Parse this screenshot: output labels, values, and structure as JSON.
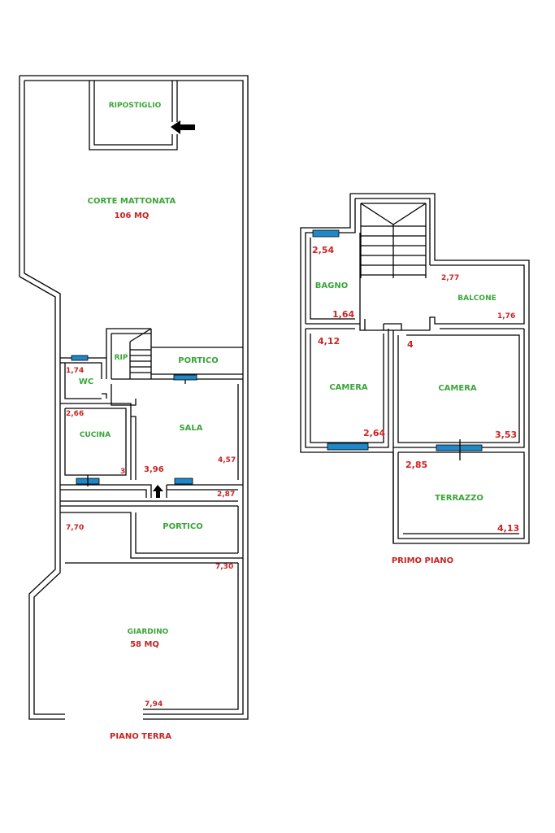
{
  "ground_floor": {
    "title": "PIANO TERRA",
    "rooms": {
      "ripostiglio": "RIPOSTIGLIO",
      "corte": "CORTE MATTONATA",
      "corte_area": "106 MQ",
      "rip": "RIP",
      "portico_top": "PORTICO",
      "wc": "WC",
      "sala": "SALA",
      "cucina": "CUCINA",
      "portico_bottom": "PORTICO",
      "giardino": "GIARDINO",
      "giardino_area": "58 MQ"
    },
    "dims": {
      "wc": "1,74",
      "cucina_w": "2,66",
      "cucina_h": "3",
      "sala_w": "3,96",
      "sala_h": "4,57",
      "portico": "2,87",
      "giardino_l": "7,70",
      "giardino_r": "7,30",
      "giardino_w": "7,94"
    }
  },
  "first_floor": {
    "title": "PRIMO PIANO",
    "rooms": {
      "bagno": "BAGNO",
      "balcone": "BALCONE",
      "camera_left": "CAMERA",
      "camera_right": "CAMERA",
      "terrazzo": "TERRAZZO"
    },
    "dims": {
      "bagno_h": "2,54",
      "bagno_w": "1,64",
      "balcone_h": "2,77",
      "balcone_w": "1,76",
      "camera_l_h": "4,12",
      "camera_l_w": "2,64",
      "camera_r_h": "4",
      "camera_r_w": "3,53",
      "terrazzo_h": "2,85",
      "terrazzo_w": "4,13"
    }
  }
}
